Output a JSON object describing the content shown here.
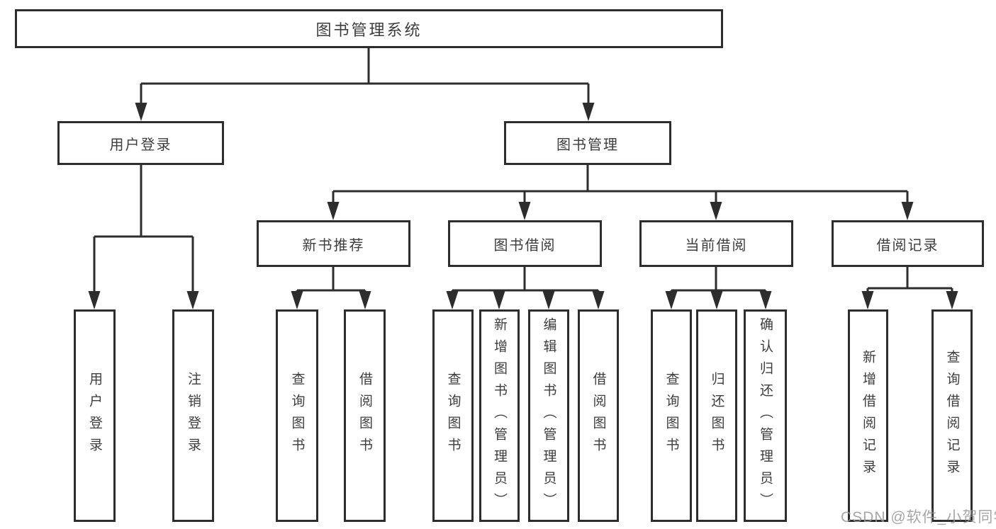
{
  "tree": {
    "label": "图书管理系统",
    "children": [
      {
        "label": "用户登录",
        "children": [
          {
            "label": "用户登录"
          },
          {
            "label": "注销登录"
          }
        ]
      },
      {
        "label": "图书管理",
        "children": [
          {
            "label": "新书推荐",
            "children": [
              {
                "label": "查询图书"
              },
              {
                "label": "借阅图书"
              }
            ]
          },
          {
            "label": "图书借阅",
            "children": [
              {
                "label": "查询图书"
              },
              {
                "label": "新增图书（管理员）"
              },
              {
                "label": "编辑图书（管理员）"
              },
              {
                "label": "借阅图书"
              }
            ]
          },
          {
            "label": "当前借阅",
            "children": [
              {
                "label": "查询图书"
              },
              {
                "label": "归还图书"
              },
              {
                "label": "确认归还（管理员）"
              }
            ]
          },
          {
            "label": "借阅记录",
            "children": [
              {
                "label": "新增借阅记录"
              },
              {
                "label": "查询借阅记录"
              }
            ]
          }
        ]
      }
    ]
  },
  "watermark": {
    "text": "CSDN @软件_小贺同学"
  },
  "style": {
    "line_color": "#2d2d2d",
    "text_color": "#3d3d3d",
    "watermark_color": "#969696",
    "background": "#ffffff"
  }
}
